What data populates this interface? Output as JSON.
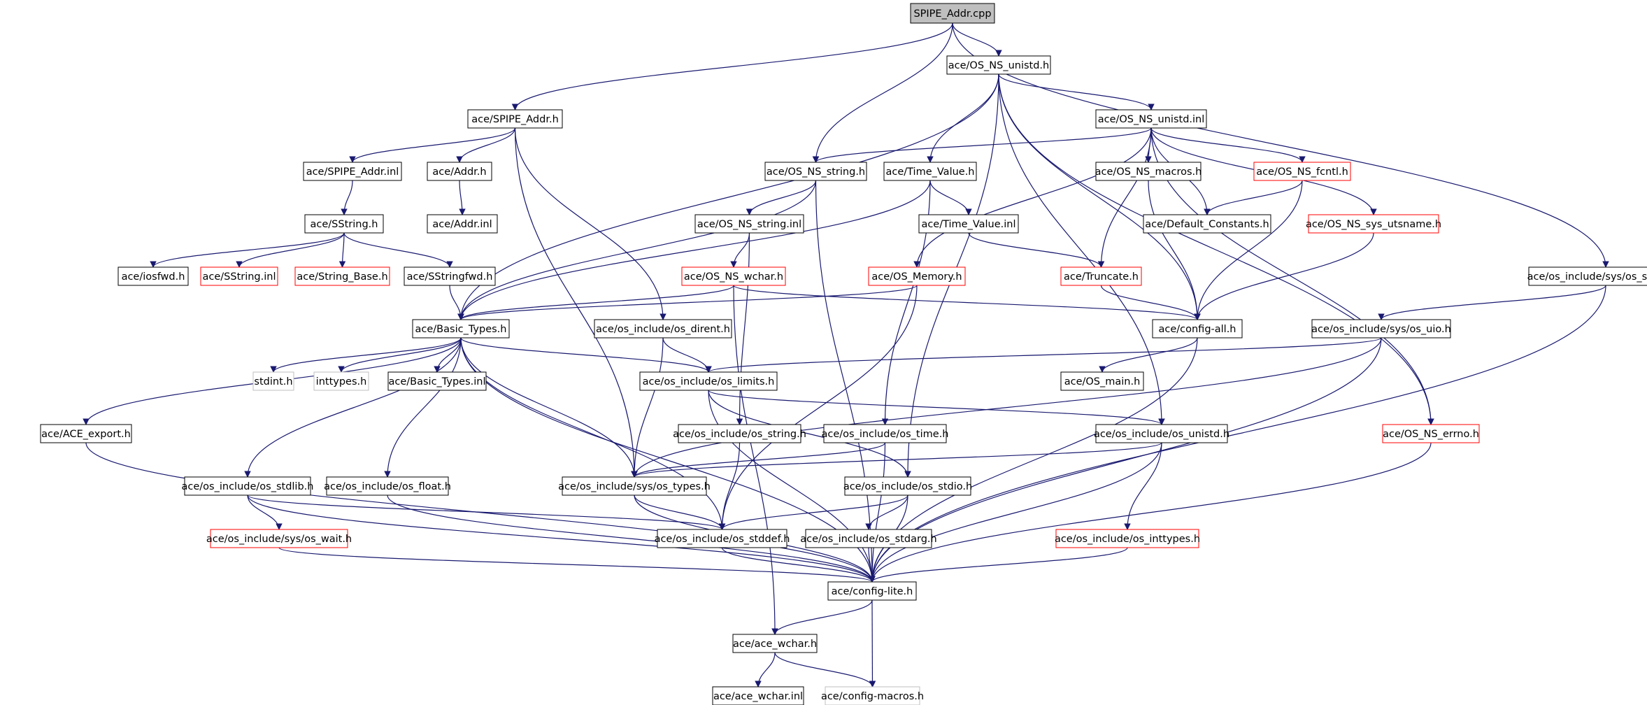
{
  "colors": {
    "edge": "#191970",
    "box_normal": "#000000",
    "box_truncated": "#ff0000",
    "box_undocumented": "#bfbfbf",
    "root_fill": "#bfbfbf",
    "text": "#000000"
  },
  "nodes": [
    {
      "id": "root",
      "label": "SPIPE_Addr.cpp",
      "kind": "root"
    },
    {
      "id": "unistd_h",
      "label": "ace/OS_NS_unistd.h",
      "kind": "normal"
    },
    {
      "id": "spipe_addr_h",
      "label": "ace/SPIPE_Addr.h",
      "kind": "normal"
    },
    {
      "id": "unistd_inl",
      "label": "ace/OS_NS_unistd.inl",
      "kind": "normal"
    },
    {
      "id": "spipe_addr_inl",
      "label": "ace/SPIPE_Addr.inl",
      "kind": "normal"
    },
    {
      "id": "addr_h",
      "label": "ace/Addr.h",
      "kind": "normal"
    },
    {
      "id": "string_h",
      "label": "ace/OS_NS_string.h",
      "kind": "normal"
    },
    {
      "id": "time_value_h",
      "label": "ace/Time_Value.h",
      "kind": "normal"
    },
    {
      "id": "macros_h",
      "label": "ace/OS_NS_macros.h",
      "kind": "normal"
    },
    {
      "id": "fcntl_h",
      "label": "ace/OS_NS_fcntl.h",
      "kind": "red"
    },
    {
      "id": "sstring_h",
      "label": "ace/SString.h",
      "kind": "normal"
    },
    {
      "id": "addr_inl",
      "label": "ace/Addr.inl",
      "kind": "normal"
    },
    {
      "id": "string_inl",
      "label": "ace/OS_NS_string.inl",
      "kind": "normal"
    },
    {
      "id": "time_value_inl",
      "label": "ace/Time_Value.inl",
      "kind": "normal"
    },
    {
      "id": "default_constants",
      "label": "ace/Default_Constants.h",
      "kind": "normal"
    },
    {
      "id": "sys_utsname",
      "label": "ace/OS_NS_sys_utsname.h",
      "kind": "red"
    },
    {
      "id": "iosfwd",
      "label": "ace/iosfwd.h",
      "kind": "normal"
    },
    {
      "id": "sstring_inl",
      "label": "ace/SString.inl",
      "kind": "red"
    },
    {
      "id": "string_base",
      "label": "ace/String_Base.h",
      "kind": "red"
    },
    {
      "id": "sstringfwd",
      "label": "ace/SStringfwd.h",
      "kind": "normal"
    },
    {
      "id": "wchar_h",
      "label": "ace/OS_NS_wchar.h",
      "kind": "red"
    },
    {
      "id": "memory_h",
      "label": "ace/OS_Memory.h",
      "kind": "red"
    },
    {
      "id": "truncate_h",
      "label": "ace/Truncate.h",
      "kind": "red"
    },
    {
      "id": "os_socket",
      "label": "ace/os_include/sys/os_socket.h",
      "kind": "normal"
    },
    {
      "id": "basic_types_h",
      "label": "ace/Basic_Types.h",
      "kind": "normal"
    },
    {
      "id": "os_dirent",
      "label": "ace/os_include/os_dirent.h",
      "kind": "normal"
    },
    {
      "id": "config_all",
      "label": "ace/config-all.h",
      "kind": "normal"
    },
    {
      "id": "os_uio",
      "label": "ace/os_include/sys/os_uio.h",
      "kind": "normal"
    },
    {
      "id": "stdint_h",
      "label": "stdint.h",
      "kind": "gray"
    },
    {
      "id": "inttypes_h",
      "label": "inttypes.h",
      "kind": "gray"
    },
    {
      "id": "basic_types_inl",
      "label": "ace/Basic_Types.inl",
      "kind": "normal"
    },
    {
      "id": "os_limits",
      "label": "ace/os_include/os_limits.h",
      "kind": "normal"
    },
    {
      "id": "os_main",
      "label": "ace/OS_main.h",
      "kind": "normal"
    },
    {
      "id": "ace_export",
      "label": "ace/ACE_export.h",
      "kind": "normal"
    },
    {
      "id": "os_string",
      "label": "ace/os_include/os_string.h",
      "kind": "normal"
    },
    {
      "id": "os_time",
      "label": "ace/os_include/os_time.h",
      "kind": "normal"
    },
    {
      "id": "os_unistd",
      "label": "ace/os_include/os_unistd.h",
      "kind": "normal"
    },
    {
      "id": "os_errno",
      "label": "ace/OS_NS_errno.h",
      "kind": "red"
    },
    {
      "id": "os_stdlib",
      "label": "ace/os_include/os_stdlib.h",
      "kind": "normal"
    },
    {
      "id": "os_float",
      "label": "ace/os_include/os_float.h",
      "kind": "normal"
    },
    {
      "id": "sys_types",
      "label": "ace/os_include/sys/os_types.h",
      "kind": "normal"
    },
    {
      "id": "os_stdio",
      "label": "ace/os_include/os_stdio.h",
      "kind": "normal"
    },
    {
      "id": "os_wait",
      "label": "ace/os_include/sys/os_wait.h",
      "kind": "red"
    },
    {
      "id": "os_stddef",
      "label": "ace/os_include/os_stddef.h",
      "kind": "normal"
    },
    {
      "id": "os_stdarg",
      "label": "ace/os_include/os_stdarg.h",
      "kind": "normal"
    },
    {
      "id": "os_inttypes",
      "label": "ace/os_include/os_inttypes.h",
      "kind": "red"
    },
    {
      "id": "config_lite",
      "label": "ace/config-lite.h",
      "kind": "normal"
    },
    {
      "id": "ace_wchar_h",
      "label": "ace/ace_wchar.h",
      "kind": "normal"
    },
    {
      "id": "ace_wchar_inl",
      "label": "ace/ace_wchar.inl",
      "kind": "normal"
    },
    {
      "id": "config_macros",
      "label": "ace/config-macros.h",
      "kind": "gray"
    }
  ],
  "edges": [
    [
      "root",
      "unistd_h"
    ],
    [
      "root",
      "spipe_addr_h"
    ],
    [
      "root",
      "string_h"
    ],
    [
      "root",
      "os_socket"
    ],
    [
      "unistd_h",
      "basic_types_h"
    ],
    [
      "unistd_h",
      "unistd_inl"
    ],
    [
      "unistd_h",
      "time_value_h"
    ],
    [
      "unistd_h",
      "os_stdio"
    ],
    [
      "unistd_h",
      "os_unistd"
    ],
    [
      "unistd_h",
      "config_all"
    ],
    [
      "unistd_h",
      "os_errno"
    ],
    [
      "spipe_addr_h",
      "spipe_addr_inl"
    ],
    [
      "spipe_addr_h",
      "addr_h"
    ],
    [
      "spipe_addr_h",
      "os_dirent"
    ],
    [
      "spipe_addr_h",
      "sys_types"
    ],
    [
      "unistd_inl",
      "string_h"
    ],
    [
      "unistd_inl",
      "macros_h"
    ],
    [
      "unistd_inl",
      "fcntl_h"
    ],
    [
      "unistd_inl",
      "default_constants"
    ],
    [
      "unistd_inl",
      "sys_utsname"
    ],
    [
      "unistd_inl",
      "memory_h"
    ],
    [
      "unistd_inl",
      "truncate_h"
    ],
    [
      "unistd_inl",
      "os_errno"
    ],
    [
      "spipe_addr_inl",
      "sstring_h"
    ],
    [
      "addr_h",
      "addr_inl"
    ],
    [
      "string_h",
      "string_inl"
    ],
    [
      "string_h",
      "basic_types_h"
    ],
    [
      "string_h",
      "config_lite"
    ],
    [
      "time_value_h",
      "time_value_inl"
    ],
    [
      "time_value_h",
      "basic_types_h"
    ],
    [
      "time_value_h",
      "os_time"
    ],
    [
      "macros_h",
      "config_all"
    ],
    [
      "fcntl_h",
      "default_constants"
    ],
    [
      "fcntl_h",
      "config_all"
    ],
    [
      "sstring_h",
      "iosfwd"
    ],
    [
      "sstring_h",
      "sstring_inl"
    ],
    [
      "sstring_h",
      "string_base"
    ],
    [
      "sstring_h",
      "sstringfwd"
    ],
    [
      "sstringfwd",
      "basic_types_h"
    ],
    [
      "string_inl",
      "wchar_h"
    ],
    [
      "string_inl",
      "os_string"
    ],
    [
      "time_value_inl",
      "truncate_h"
    ],
    [
      "sys_utsname",
      "config_all"
    ],
    [
      "wchar_h",
      "basic_types_h"
    ],
    [
      "wchar_h",
      "config_all"
    ],
    [
      "wchar_h",
      "ace_wchar_h"
    ],
    [
      "memory_h",
      "basic_types_h"
    ],
    [
      "memory_h",
      "os_stddef"
    ],
    [
      "truncate_h",
      "config_all"
    ],
    [
      "os_socket",
      "os_uio"
    ],
    [
      "os_socket",
      "config_lite"
    ],
    [
      "basic_types_h",
      "stdint_h"
    ],
    [
      "basic_types_h",
      "inttypes_h"
    ],
    [
      "basic_types_h",
      "basic_types_inl"
    ],
    [
      "basic_types_h",
      "os_limits"
    ],
    [
      "basic_types_h",
      "ace_export"
    ],
    [
      "basic_types_h",
      "os_stdlib"
    ],
    [
      "basic_types_h",
      "os_float"
    ],
    [
      "basic_types_h",
      "sys_types"
    ],
    [
      "basic_types_h",
      "os_stddef"
    ],
    [
      "basic_types_h",
      "config_lite"
    ],
    [
      "os_dirent",
      "os_limits"
    ],
    [
      "os_dirent",
      "sys_types"
    ],
    [
      "config_all",
      "os_main"
    ],
    [
      "config_all",
      "config_lite"
    ],
    [
      "os_uio",
      "os_limits"
    ],
    [
      "os_uio",
      "sys_types"
    ],
    [
      "os_uio",
      "config_lite"
    ],
    [
      "os_limits",
      "os_unistd"
    ],
    [
      "os_limits",
      "os_stdio"
    ],
    [
      "os_limits",
      "config_lite"
    ],
    [
      "ace_export",
      "config_lite"
    ],
    [
      "os_string",
      "os_stddef"
    ],
    [
      "os_time",
      "sys_types"
    ],
    [
      "os_time",
      "config_lite"
    ],
    [
      "os_unistd",
      "sys_types"
    ],
    [
      "os_unistd",
      "os_inttypes"
    ],
    [
      "os_unistd",
      "config_lite"
    ],
    [
      "os_errno",
      "config_lite"
    ],
    [
      "os_stdlib",
      "os_wait"
    ],
    [
      "os_stdlib",
      "os_stddef"
    ],
    [
      "os_stdlib",
      "config_lite"
    ],
    [
      "os_float",
      "config_lite"
    ],
    [
      "sys_types",
      "os_stddef"
    ],
    [
      "sys_types",
      "config_lite"
    ],
    [
      "os_stdio",
      "os_stddef"
    ],
    [
      "os_stdio",
      "os_stdarg"
    ],
    [
      "os_stdio",
      "config_lite"
    ],
    [
      "os_wait",
      "config_lite"
    ],
    [
      "os_stddef",
      "config_lite"
    ],
    [
      "os_stdarg",
      "config_lite"
    ],
    [
      "os_inttypes",
      "config_lite"
    ],
    [
      "config_lite",
      "ace_wchar_h"
    ],
    [
      "config_lite",
      "config_macros"
    ],
    [
      "ace_wchar_h",
      "ace_wchar_inl"
    ],
    [
      "ace_wchar_h",
      "config_macros"
    ]
  ]
}
